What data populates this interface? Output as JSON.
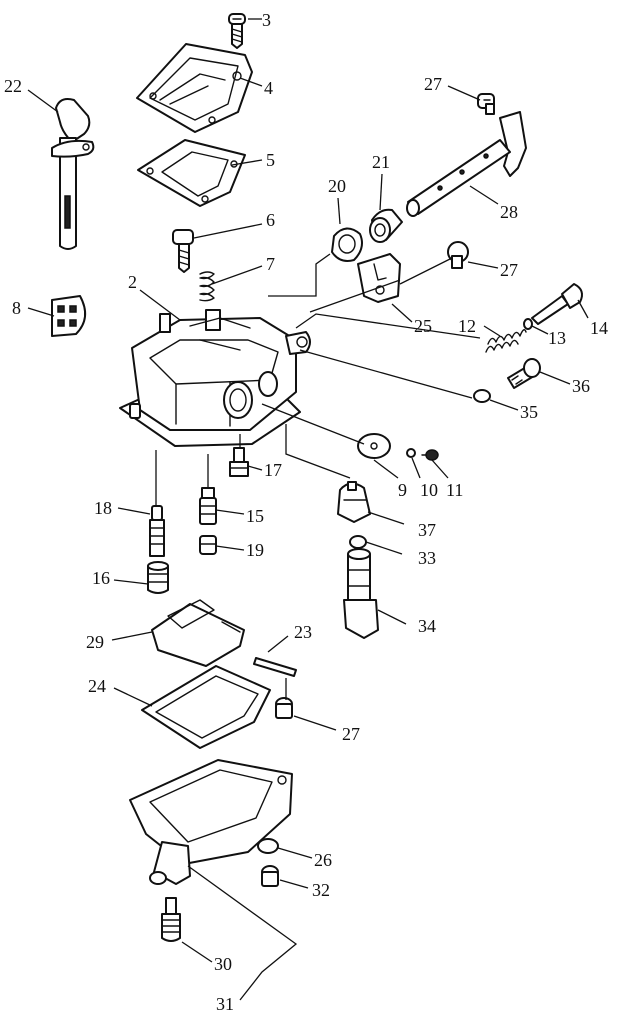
{
  "callouts": [
    {
      "id": "c1",
      "text": "3"
    },
    {
      "id": "c2",
      "text": "4"
    },
    {
      "id": "c3",
      "text": "22"
    },
    {
      "id": "c4",
      "text": "5"
    },
    {
      "id": "c5",
      "text": "27"
    },
    {
      "id": "c6",
      "text": "21"
    },
    {
      "id": "c7",
      "text": "20"
    },
    {
      "id": "c8",
      "text": "28"
    },
    {
      "id": "c9",
      "text": "6"
    },
    {
      "id": "c10",
      "text": "7"
    },
    {
      "id": "c11",
      "text": "27"
    },
    {
      "id": "c12",
      "text": "2"
    },
    {
      "id": "c13",
      "text": "8"
    },
    {
      "id": "c14",
      "text": "25"
    },
    {
      "id": "c15",
      "text": "12"
    },
    {
      "id": "c16",
      "text": "13"
    },
    {
      "id": "c17",
      "text": "14"
    },
    {
      "id": "c18",
      "text": "36"
    },
    {
      "id": "c19",
      "text": "35"
    },
    {
      "id": "c20",
      "text": "17"
    },
    {
      "id": "c21",
      "text": "9"
    },
    {
      "id": "c22",
      "text": "10"
    },
    {
      "id": "c23",
      "text": "11"
    },
    {
      "id": "c24",
      "text": "18"
    },
    {
      "id": "c25",
      "text": "15"
    },
    {
      "id": "c26",
      "text": "37"
    },
    {
      "id": "c27",
      "text": "19"
    },
    {
      "id": "c28",
      "text": "33"
    },
    {
      "id": "c29",
      "text": "16"
    },
    {
      "id": "c30",
      "text": "34"
    },
    {
      "id": "c31",
      "text": "29"
    },
    {
      "id": "c32",
      "text": "23"
    },
    {
      "id": "c33",
      "text": "24"
    },
    {
      "id": "c34",
      "text": "27"
    },
    {
      "id": "c35",
      "text": "26"
    },
    {
      "id": "c36",
      "text": "32"
    },
    {
      "id": "c37",
      "text": "30"
    },
    {
      "id": "c38",
      "text": "31"
    }
  ]
}
